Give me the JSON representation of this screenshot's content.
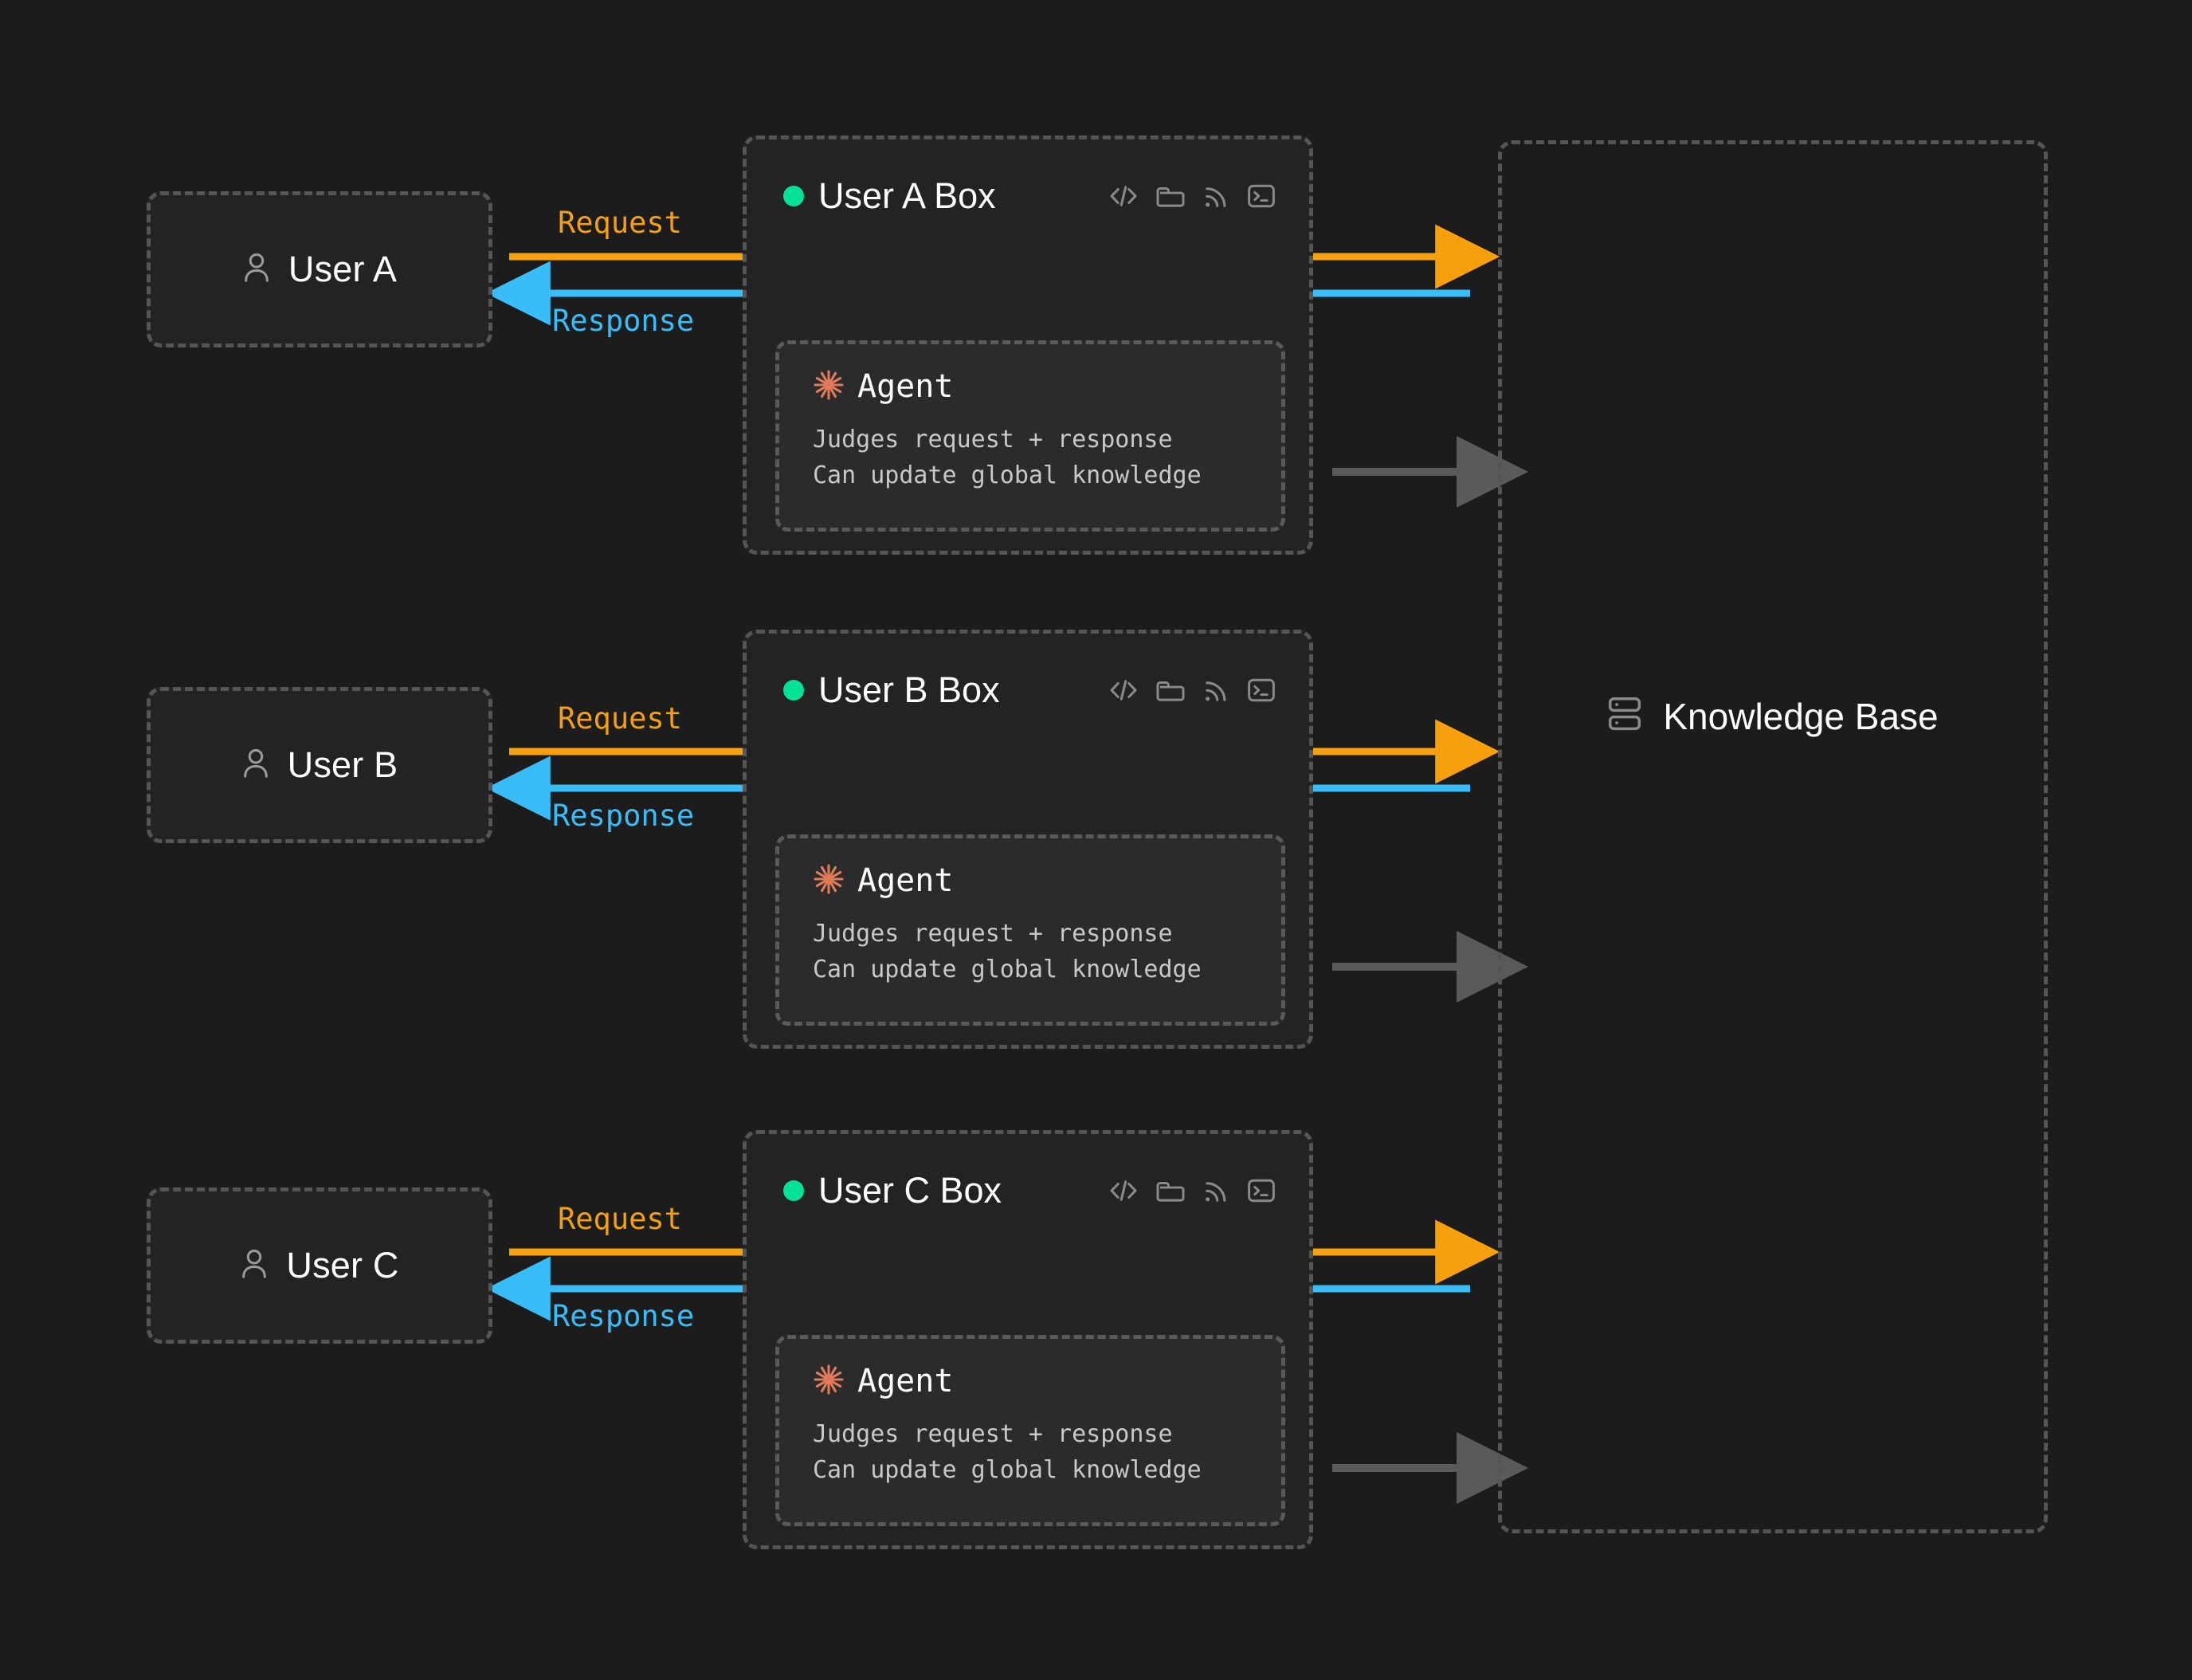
{
  "theme": {
    "background": "#1c1c1c",
    "node_fill": "#232323",
    "agent_fill": "#2b2b2b",
    "border": "#555555",
    "request_color": "#F5A00C",
    "response_color": "#38BDF8",
    "status_dot_color": "#00E396",
    "agent_icon_color": "#E07B5A",
    "gray_arrow_color": "#555555",
    "text_primary": "#ffffff",
    "text_secondary": "#c8c8c8"
  },
  "diagram": {
    "type": "architecture-flow",
    "knowledge_base": {
      "label": "Knowledge Base",
      "icon": "database-icon"
    },
    "rows": [
      {
        "user": {
          "label": "User A",
          "icon": "person-icon"
        },
        "box": {
          "title": "User A Box",
          "status": "online",
          "icons": [
            "code-icon",
            "folder-icon",
            "signal-icon",
            "terminal-icon"
          ]
        },
        "agent": {
          "title": "Agent",
          "icon": "agent-sunburst-icon",
          "lines": [
            "Judges request + response",
            "Can update global knowledge"
          ]
        },
        "flows": {
          "request": "Request",
          "response": "Response"
        }
      },
      {
        "user": {
          "label": "User B",
          "icon": "person-icon"
        },
        "box": {
          "title": "User B Box",
          "status": "online",
          "icons": [
            "code-icon",
            "folder-icon",
            "signal-icon",
            "terminal-icon"
          ]
        },
        "agent": {
          "title": "Agent",
          "icon": "agent-sunburst-icon",
          "lines": [
            "Judges request + response",
            "Can update global knowledge"
          ]
        },
        "flows": {
          "request": "Request",
          "response": "Response"
        }
      },
      {
        "user": {
          "label": "User C",
          "icon": "person-icon"
        },
        "box": {
          "title": "User C Box",
          "status": "online",
          "icons": [
            "code-icon",
            "folder-icon",
            "signal-icon",
            "terminal-icon"
          ]
        },
        "agent": {
          "title": "Agent",
          "icon": "agent-sunburst-icon",
          "lines": [
            "Judges request + response",
            "Can update global knowledge"
          ]
        },
        "flows": {
          "request": "Request",
          "response": "Response"
        }
      }
    ]
  }
}
